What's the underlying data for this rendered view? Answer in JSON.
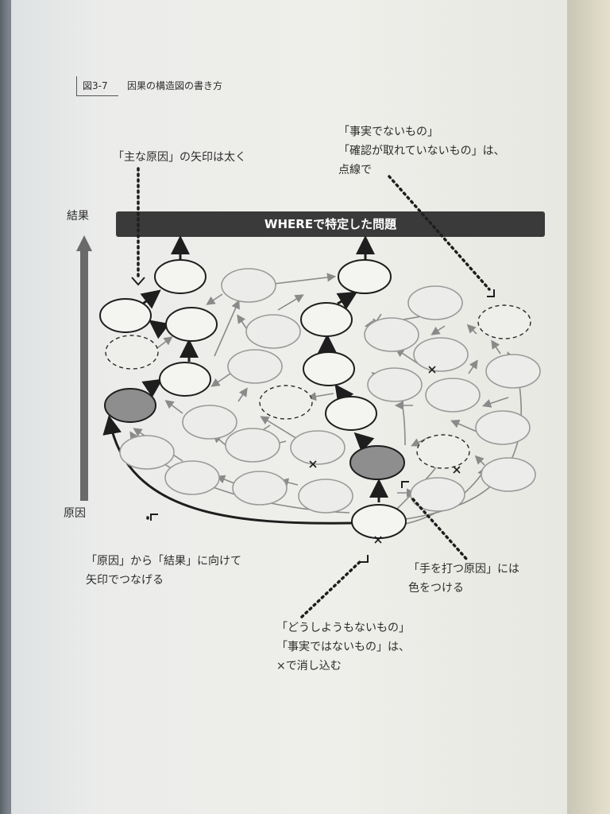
{
  "figure": {
    "number": "図3-7",
    "caption": "因果の構造図の書き方"
  },
  "banner": {
    "text": "WHEREで特定した問題"
  },
  "axis": {
    "top_label": "結果",
    "bottom_label": "原因"
  },
  "annotations": {
    "thick_arrow": "「主な原因」の矢印は太く",
    "dashed_line_1": "「事実でないもの」",
    "dashed_line_2": "「確認が取れていないもの」は、",
    "dashed_line_3": "点線で",
    "connect_1": "「原因」から「結果」に向けて",
    "connect_2": "矢印でつなげる",
    "color_1": "「手を打つ原因」には",
    "color_2": "色をつける",
    "cross_1": "「どうしようもないもの」",
    "cross_2": "「事実ではないもの」は、",
    "cross_3": "×で消し込む"
  },
  "colors": {
    "banner": "#3a3a3a",
    "node_main": "#1e1e1e",
    "node_faded": "#9a9a9a",
    "node_fill_colored": "#8e8e8e"
  }
}
